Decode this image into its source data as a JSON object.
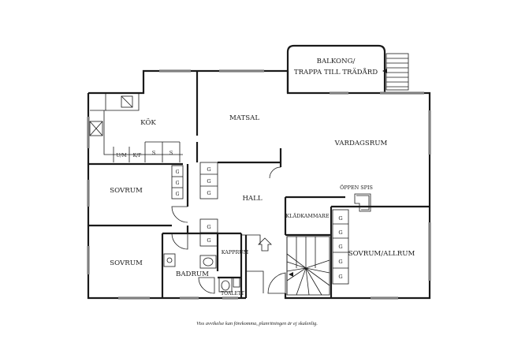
{
  "rooms": {
    "balcony_line1": "BALKONG/",
    "balcony_line2": "TRAPPA TILL TRÄDÅRD",
    "kitchen": "KÖK",
    "dining": "MATSAL",
    "living": "VARDAGSRUM",
    "bedroom1": "SOVRUM",
    "bedroom2": "SOVRUM",
    "hall": "HALL",
    "fireplace": "ÖPPEN SPIS",
    "closet": "KLÄDKAMMARE",
    "bed_family": "SOVRUM/ALLRUM",
    "cloakroom": "KAPPRUM",
    "bathroom": "BADRUM",
    "toilet": "TOALETT"
  },
  "fixtures": {
    "dishwasher": "U/M",
    "fridge_freezer": "K/F",
    "wardrobe": "S",
    "cabinet": "G"
  },
  "disclaimer": "Viss avvikelse kan förekomma, planritningen är ej skalenlig.",
  "colors": {
    "wall": "#1a1a1a",
    "window": "#7f7f7f"
  }
}
